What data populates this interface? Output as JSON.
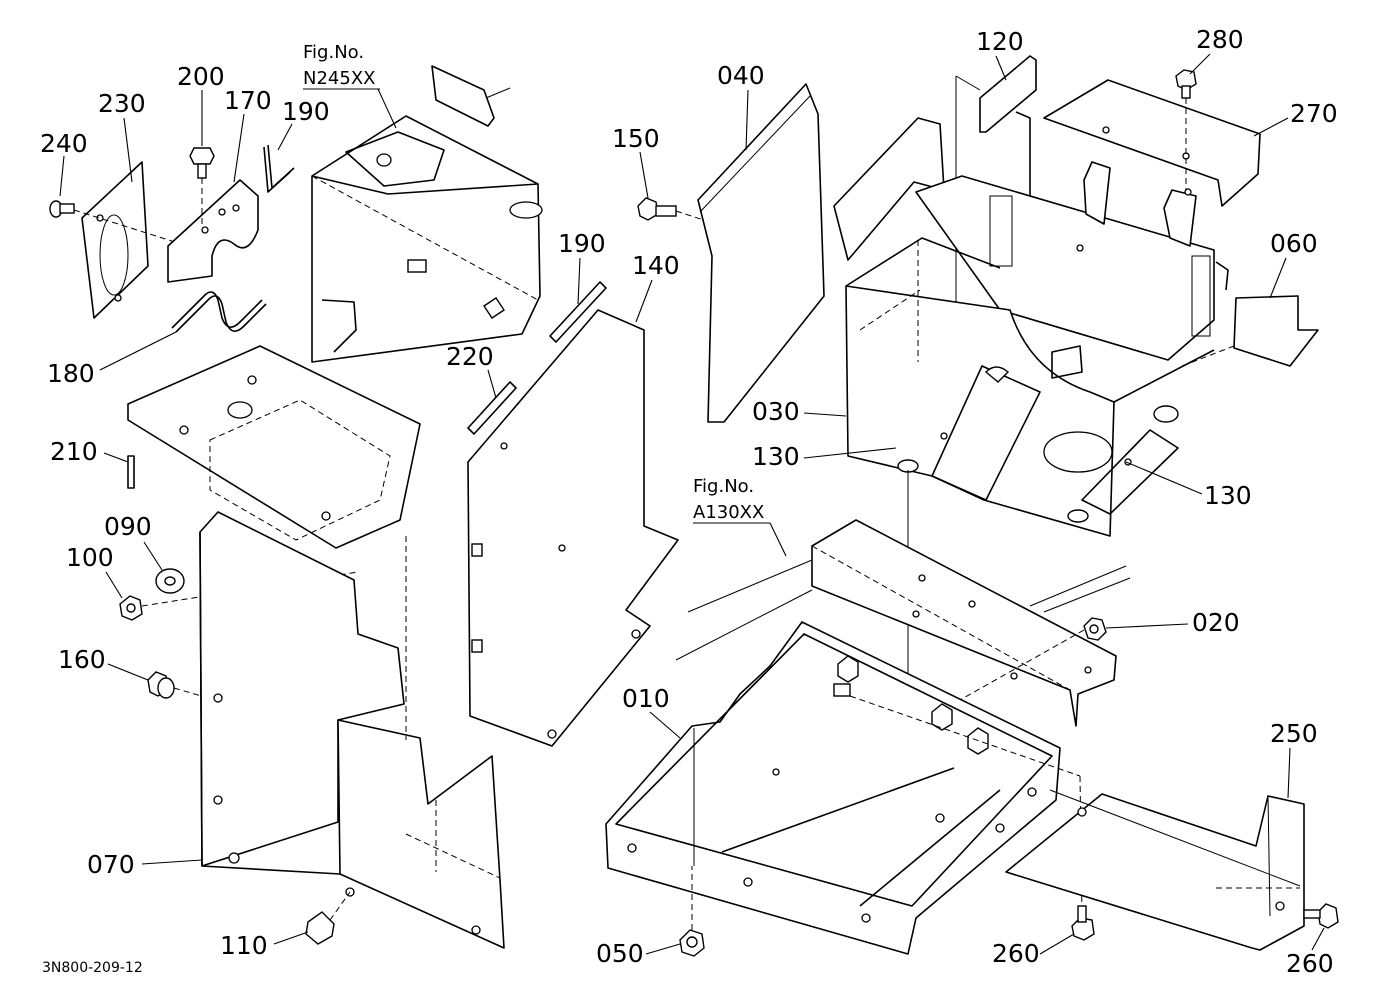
{
  "drawing_code": "3N800-209-12",
  "figure_refs": [
    {
      "label": "Fig.No.",
      "number": "N245XX"
    },
    {
      "label": "Fig.No.",
      "number": "A130XX"
    }
  ],
  "part_labels": [
    "240",
    "230",
    "200",
    "170",
    "190",
    "180",
    "210",
    "090",
    "100",
    "160",
    "070",
    "110",
    "220",
    "190",
    "140",
    "150",
    "040",
    "120",
    "280",
    "270",
    "060",
    "030",
    "130",
    "130",
    "010",
    "020",
    "050",
    "250",
    "260",
    "260"
  ]
}
